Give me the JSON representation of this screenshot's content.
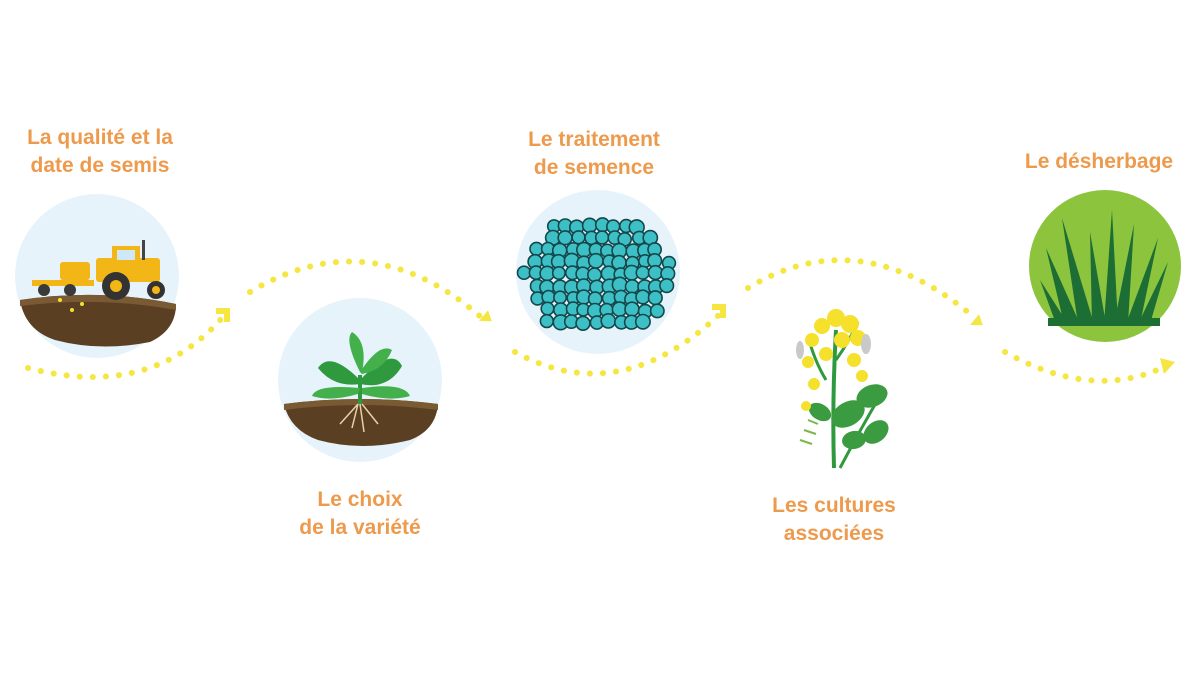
{
  "steps": [
    {
      "id": "semis",
      "line1": "La qualité et la",
      "line2": "date de semis",
      "icon": "tractor-on-soil-icon"
    },
    {
      "id": "variete",
      "line1": "Le choix",
      "line2": "de la variété",
      "icon": "seedling-plant-icon"
    },
    {
      "id": "traitement",
      "line1": "Le traitement",
      "line2": "de semence",
      "icon": "treated-seeds-icon"
    },
    {
      "id": "cultures",
      "line1": "Les cultures",
      "line2": "associées",
      "icon": "rapeseed-flower-icon"
    },
    {
      "id": "desherbage",
      "line1": "Le désherbage",
      "line2": "",
      "icon": "grass-icon"
    }
  ],
  "colors": {
    "label": "#ee9a4d",
    "dots": "#f5e642",
    "circle_bg": "#e6f3fb",
    "soil": "#5b3f22",
    "plant": "#2f9a3d",
    "seed": "#3cc0c6",
    "grass_bg": "#8cc43e",
    "grass": "#1d6e34",
    "tractor": "#f2b716",
    "flower": "#f5e12c"
  }
}
